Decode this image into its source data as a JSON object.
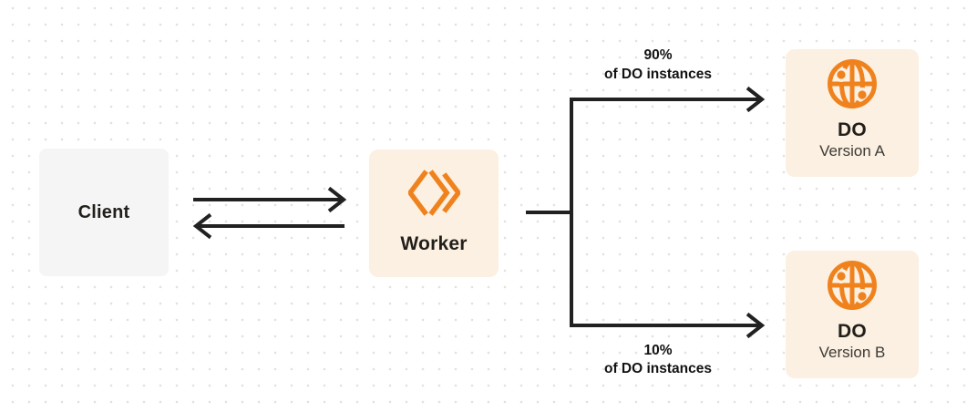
{
  "colors": {
    "accent_orange": "#f0821e",
    "node_cream": "#fbf0e1",
    "node_gray": "#f5f5f6",
    "connector_line": "#212121",
    "heading_text": "#221f1b",
    "subtitle_text": "#3d3a35",
    "dot_grid": "#e3e1de"
  },
  "nodes": {
    "client": {
      "label": "Client"
    },
    "worker": {
      "label": "Worker",
      "icon": "workers-logo-icon"
    },
    "do_a": {
      "title": "DO",
      "subtitle": "Version A",
      "icon": "globe-icon"
    },
    "do_b": {
      "title": "DO",
      "subtitle": "Version B",
      "icon": "globe-icon"
    }
  },
  "edges": {
    "client_worker": {
      "type": "bidirectional-arrows"
    },
    "top_branch": {
      "percent": "90%",
      "caption": "of DO instances",
      "from": "worker",
      "to": "do_a"
    },
    "bottom_branch": {
      "percent": "10%",
      "caption": "of DO instances",
      "from": "worker",
      "to": "do_b"
    }
  }
}
